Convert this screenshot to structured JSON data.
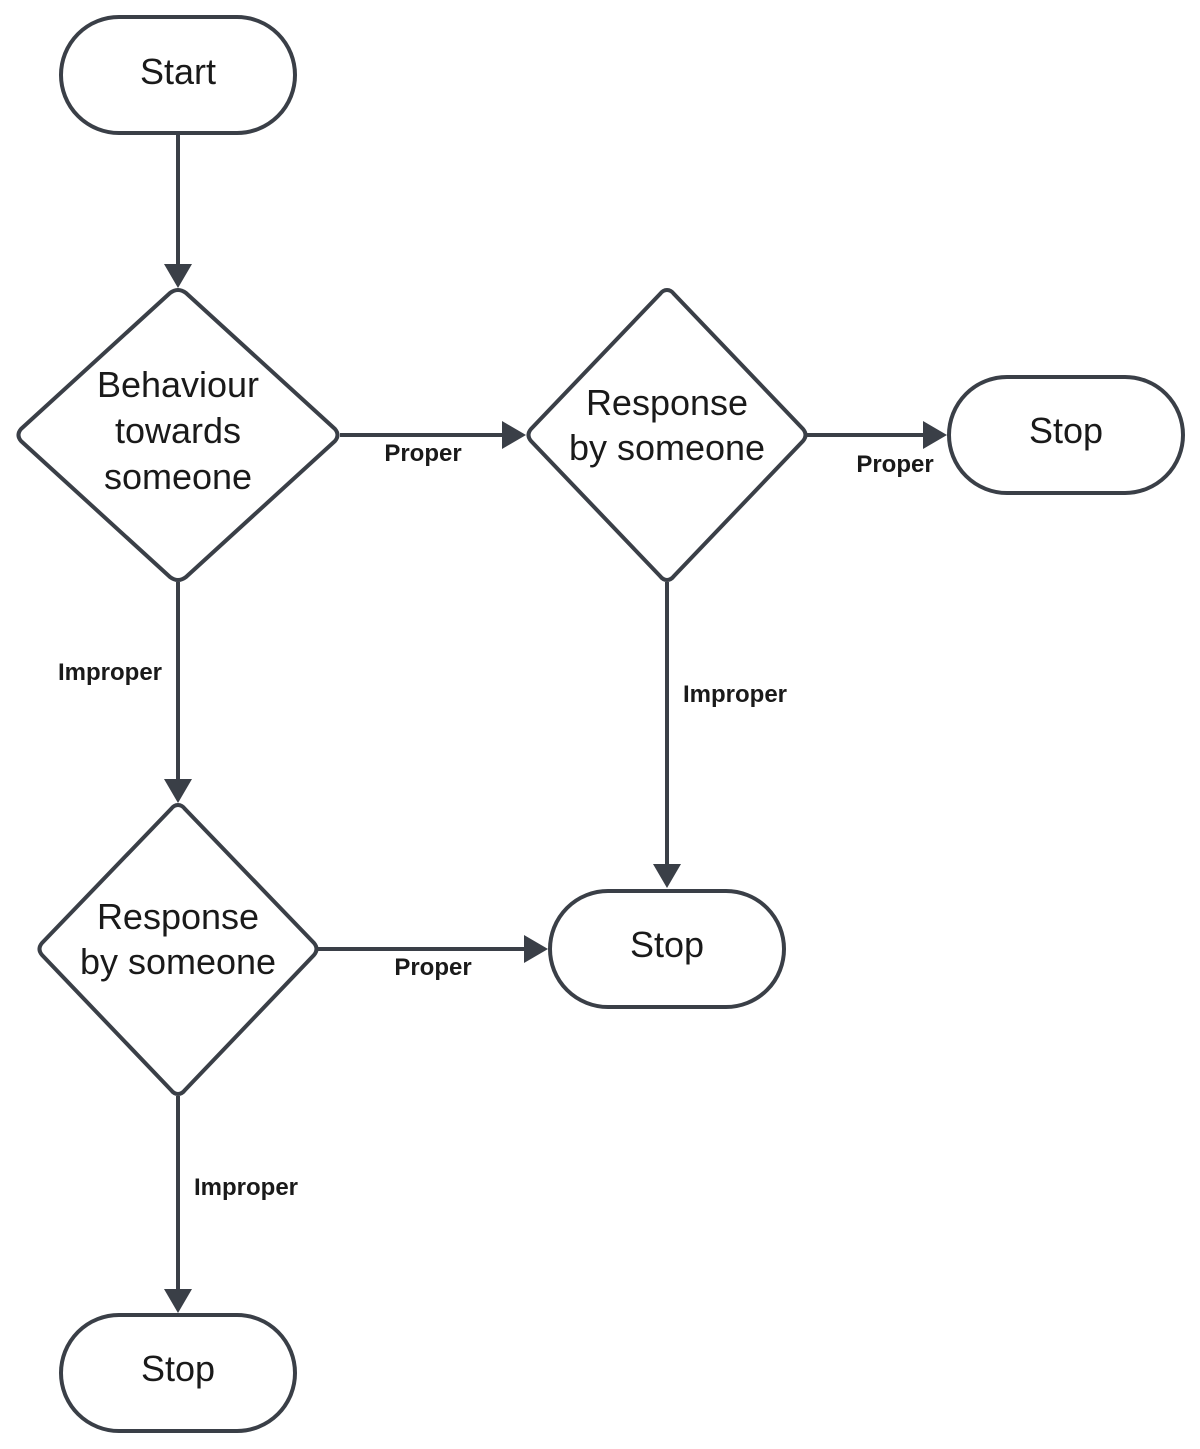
{
  "colors": {
    "stroke": "#3a3f47",
    "fill": "#ffffff",
    "text": "#1a1a1a"
  },
  "nodes": {
    "start": {
      "shape": "terminator",
      "lines": [
        "Start"
      ]
    },
    "behaviour": {
      "shape": "decision",
      "lines": [
        "Behaviour",
        "towards",
        "someone"
      ]
    },
    "response_right": {
      "shape": "decision",
      "lines": [
        "Response",
        "by someone"
      ]
    },
    "stop_right": {
      "shape": "terminator",
      "lines": [
        "Stop"
      ]
    },
    "response_left": {
      "shape": "decision",
      "lines": [
        "Response",
        "by someone"
      ]
    },
    "stop_middle": {
      "shape": "terminator",
      "lines": [
        "Stop"
      ]
    },
    "stop_bottom": {
      "shape": "terminator",
      "lines": [
        "Stop"
      ]
    }
  },
  "edges": {
    "start_to_behaviour": {
      "from": "start",
      "to": "behaviour",
      "label": ""
    },
    "behaviour_proper": {
      "from": "behaviour",
      "to": "response_right",
      "label": "Proper"
    },
    "response_right_proper": {
      "from": "response_right",
      "to": "stop_right",
      "label": "Proper"
    },
    "behaviour_improper": {
      "from": "behaviour",
      "to": "response_left",
      "label": "Improper"
    },
    "response_right_improper": {
      "from": "response_right",
      "to": "stop_middle",
      "label": "Improper"
    },
    "response_left_proper": {
      "from": "response_left",
      "to": "stop_middle",
      "label": "Proper"
    },
    "response_left_improper": {
      "from": "response_left",
      "to": "stop_bottom",
      "label": "Improper"
    }
  }
}
